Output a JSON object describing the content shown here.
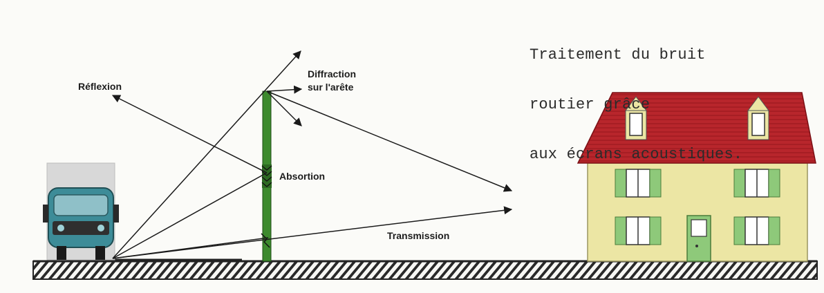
{
  "title": {
    "lines": [
      "Traitement du bruit",
      "routier grâce",
      "aux écrans acoustiques."
    ]
  },
  "labels": {
    "reflexion": "Réflexion",
    "diffraction_line1": "Diffraction",
    "diffraction_line2": "sur l'arête",
    "absorption": "Absortion",
    "transmission": "Transmission"
  },
  "colors": {
    "barrier": "#3d8a2e",
    "roof": "#b8262c",
    "wall": "#ece6a4",
    "shutters": "#8ec97a",
    "truck_cab": "#3d8c98",
    "truck_box": "#d8d8d8",
    "ground_hatch": "#2a2a2a"
  }
}
